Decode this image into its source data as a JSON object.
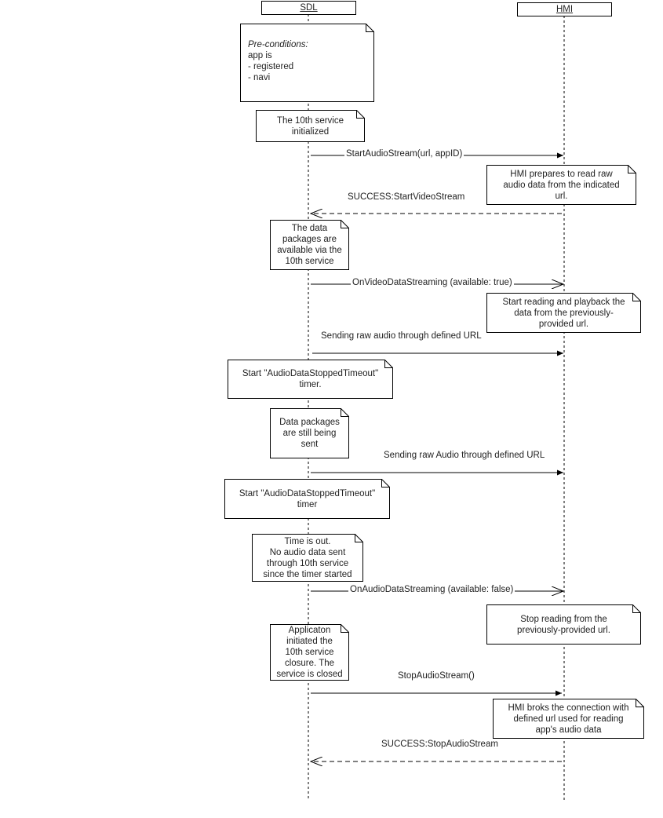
{
  "participants": {
    "sdl": "SDL",
    "hmi": "HMI"
  },
  "notes": {
    "preconditions": {
      "title": "Pre-conditions:",
      "lines": "app is\n- registered\n- navi"
    },
    "service_initialized": "The 10th service\ninitialized",
    "hmi_prepares": "HMI prepares to read raw\naudio data from the indicated\nurl.",
    "packages_available": "The data\npackages are\navailable via the\n10th service",
    "start_reading": "Start reading and playback the\ndata from the previously-\nprovided url.",
    "timer_start_1": "Start \"AudioDataStoppedTimeout\"\ntimer.",
    "still_sent": "Data packages\nare still being\nsent",
    "timer_start_2": "Start \"AudioDataStoppedTimeout\"\ntimer",
    "time_out": "Time is out.\nNo audio data sent\nthrough 10th service\nsince the timer started",
    "stop_reading": "Stop reading from the\npreviously-provided url.",
    "app_closure": "Applicaton\ninitiated the\n10th service\nclosure. The\nservice is closed",
    "hmi_broks": "HMI broks the connection with\ndefined url used for reading\napp's audio data"
  },
  "messages": {
    "start_audio_stream": "StartAudioStream(url, appID)",
    "success_start_video": "SUCCESS:StartVideoStream",
    "on_video_streaming": "OnVideoDataStreaming (available: true)",
    "sending_raw_audio_1": "Sending raw audio through defined URL",
    "sending_raw_audio_2": "Sending raw Audio through defined URL",
    "on_audio_streaming": "OnAudioDataStreaming (available: false)",
    "stop_audio_stream": "StopAudioStream()",
    "success_stop_audio": "SUCCESS:StopAudioStream"
  }
}
